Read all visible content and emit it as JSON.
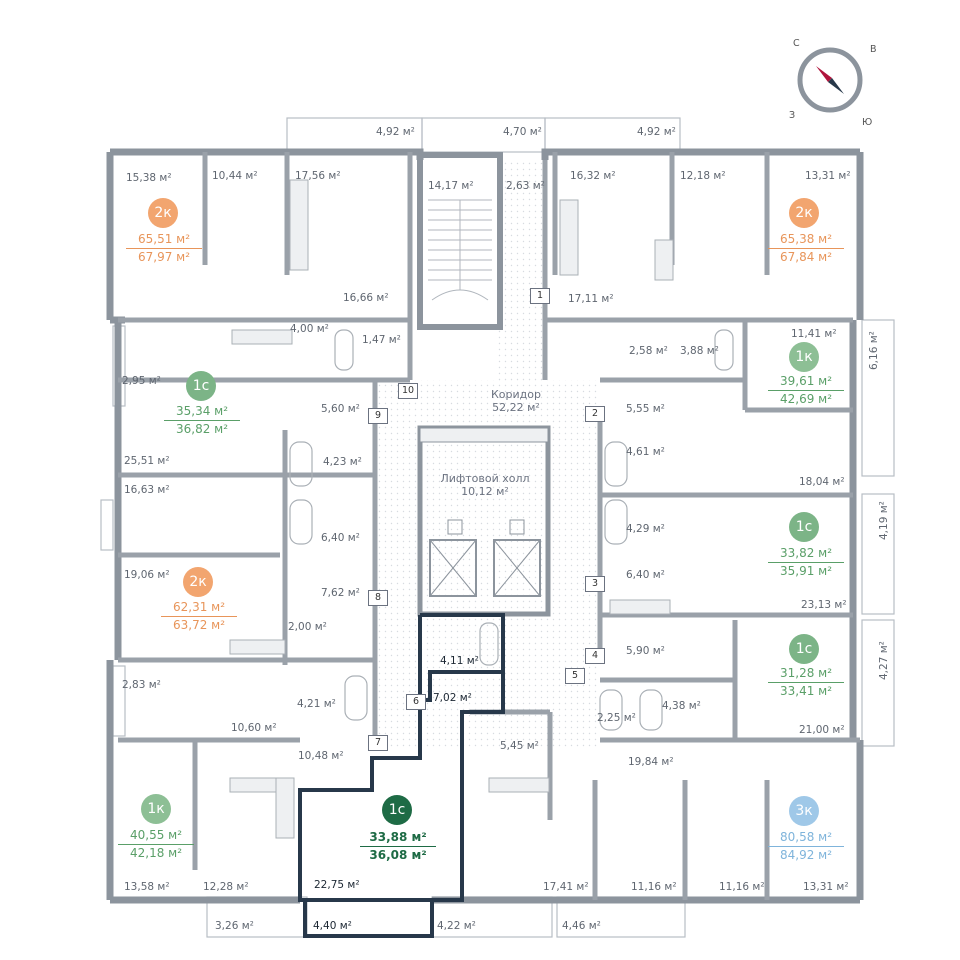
{
  "colors": {
    "wall": "#8c949d",
    "dark_wall": "#27384a",
    "two_room": "#f2a56f",
    "one_room": "#8dbf95",
    "studio": "#7cb487",
    "three_room": "#9fc8e8",
    "selected_studio": "#1e6b45",
    "selected_area": "#1e6b45",
    "compass_needle": "#b0143c"
  },
  "compass": {
    "icon": "compass-icon",
    "north": "С",
    "east": "В",
    "south": "Ю",
    "west": "З"
  },
  "common": {
    "corridor_name": "Коридор",
    "corridor_area": "52,22 м²",
    "lift_hall_name": "Лифтовой холл",
    "lift_hall_area": "10,12 м²",
    "stair_area": "14,17 м²",
    "small_area": "2,63 м²"
  },
  "balconies": {
    "top_left": "4,92 м²",
    "top_mid": "4,70 м²",
    "top_right": "4,92 м²",
    "left_1": "2,95 м²",
    "left_2": "2,83 м²",
    "right_1": "6,16 м²",
    "right_2": "4,19 м²",
    "right_3": "4,27 м²",
    "bottom_1": "3,26 м²",
    "bottom_2": "4,22 м²",
    "bottom_3": "4,46 м²",
    "bottom_sel": "4,40 м²"
  },
  "apartment_numbers": [
    "1",
    "2",
    "3",
    "4",
    "5",
    "6",
    "7",
    "8",
    "9",
    "10"
  ],
  "apartments": {
    "a10": {
      "type": "2к",
      "living": "65,51 м²",
      "total": "67,97 м²",
      "rooms": [
        "15,38 м²",
        "10,44 м²",
        "17,56 м²",
        "16,66 м²",
        "4,00 м²",
        "1,47 м²"
      ]
    },
    "a1": {
      "type": "2к",
      "living": "65,38 м²",
      "total": "67,84 м²",
      "rooms": [
        "16,32 м²",
        "12,18 м²",
        "13,31 м²",
        "17,11 м²",
        "2,58 м²",
        "3,88 м²"
      ]
    },
    "a9": {
      "type": "1с",
      "living": "35,34 м²",
      "total": "36,82 м²",
      "rooms": [
        "25,51 м²",
        "5,60 м²",
        "4,23 м²"
      ]
    },
    "a2": {
      "type": "1к",
      "living": "39,61 м²",
      "total": "42,69 м²",
      "rooms": [
        "11,41 м²",
        "5,55 м²",
        "18,04 м²",
        "4,61 м²"
      ]
    },
    "a8": {
      "type": "2к",
      "living": "62,31 м²",
      "total": "63,72 м²",
      "rooms": [
        "16,63 м²",
        "19,06 м²",
        "6,40 м²",
        "7,62 м²",
        "2,00 м²"
      ]
    },
    "a3": {
      "type": "1с",
      "living": "33,82 м²",
      "total": "35,91 м²",
      "rooms": [
        "4,29 м²",
        "6,40 м²",
        "23,13 м²"
      ]
    },
    "a4": {
      "type": "1с",
      "living": "31,28 м²",
      "total": "33,41 м²",
      "rooms": [
        "5,90 м²",
        "4,38 м²",
        "2,25 м²",
        "21,00 м²"
      ]
    },
    "a7": {
      "type": "1к",
      "living": "40,55 м²",
      "total": "42,18 м²",
      "rooms": [
        "10,60 м²",
        "4,21 м²",
        "10,48 м²",
        "13,58 м²",
        "12,28 м²"
      ]
    },
    "a6": {
      "type": "1с",
      "living": "33,88 м²",
      "total": "36,08 м²",
      "rooms": [
        "4,11 м²",
        "7,02 м²",
        "22,75 м²"
      ],
      "selected": true
    },
    "a5": {
      "type": "3к",
      "living": "80,58 м²",
      "total": "84,92 м²",
      "rooms": [
        "5,45 м²",
        "19,84 м²",
        "17,41 м²",
        "11,16 м²",
        "11,16 м²",
        "13,31 м²"
      ]
    }
  }
}
